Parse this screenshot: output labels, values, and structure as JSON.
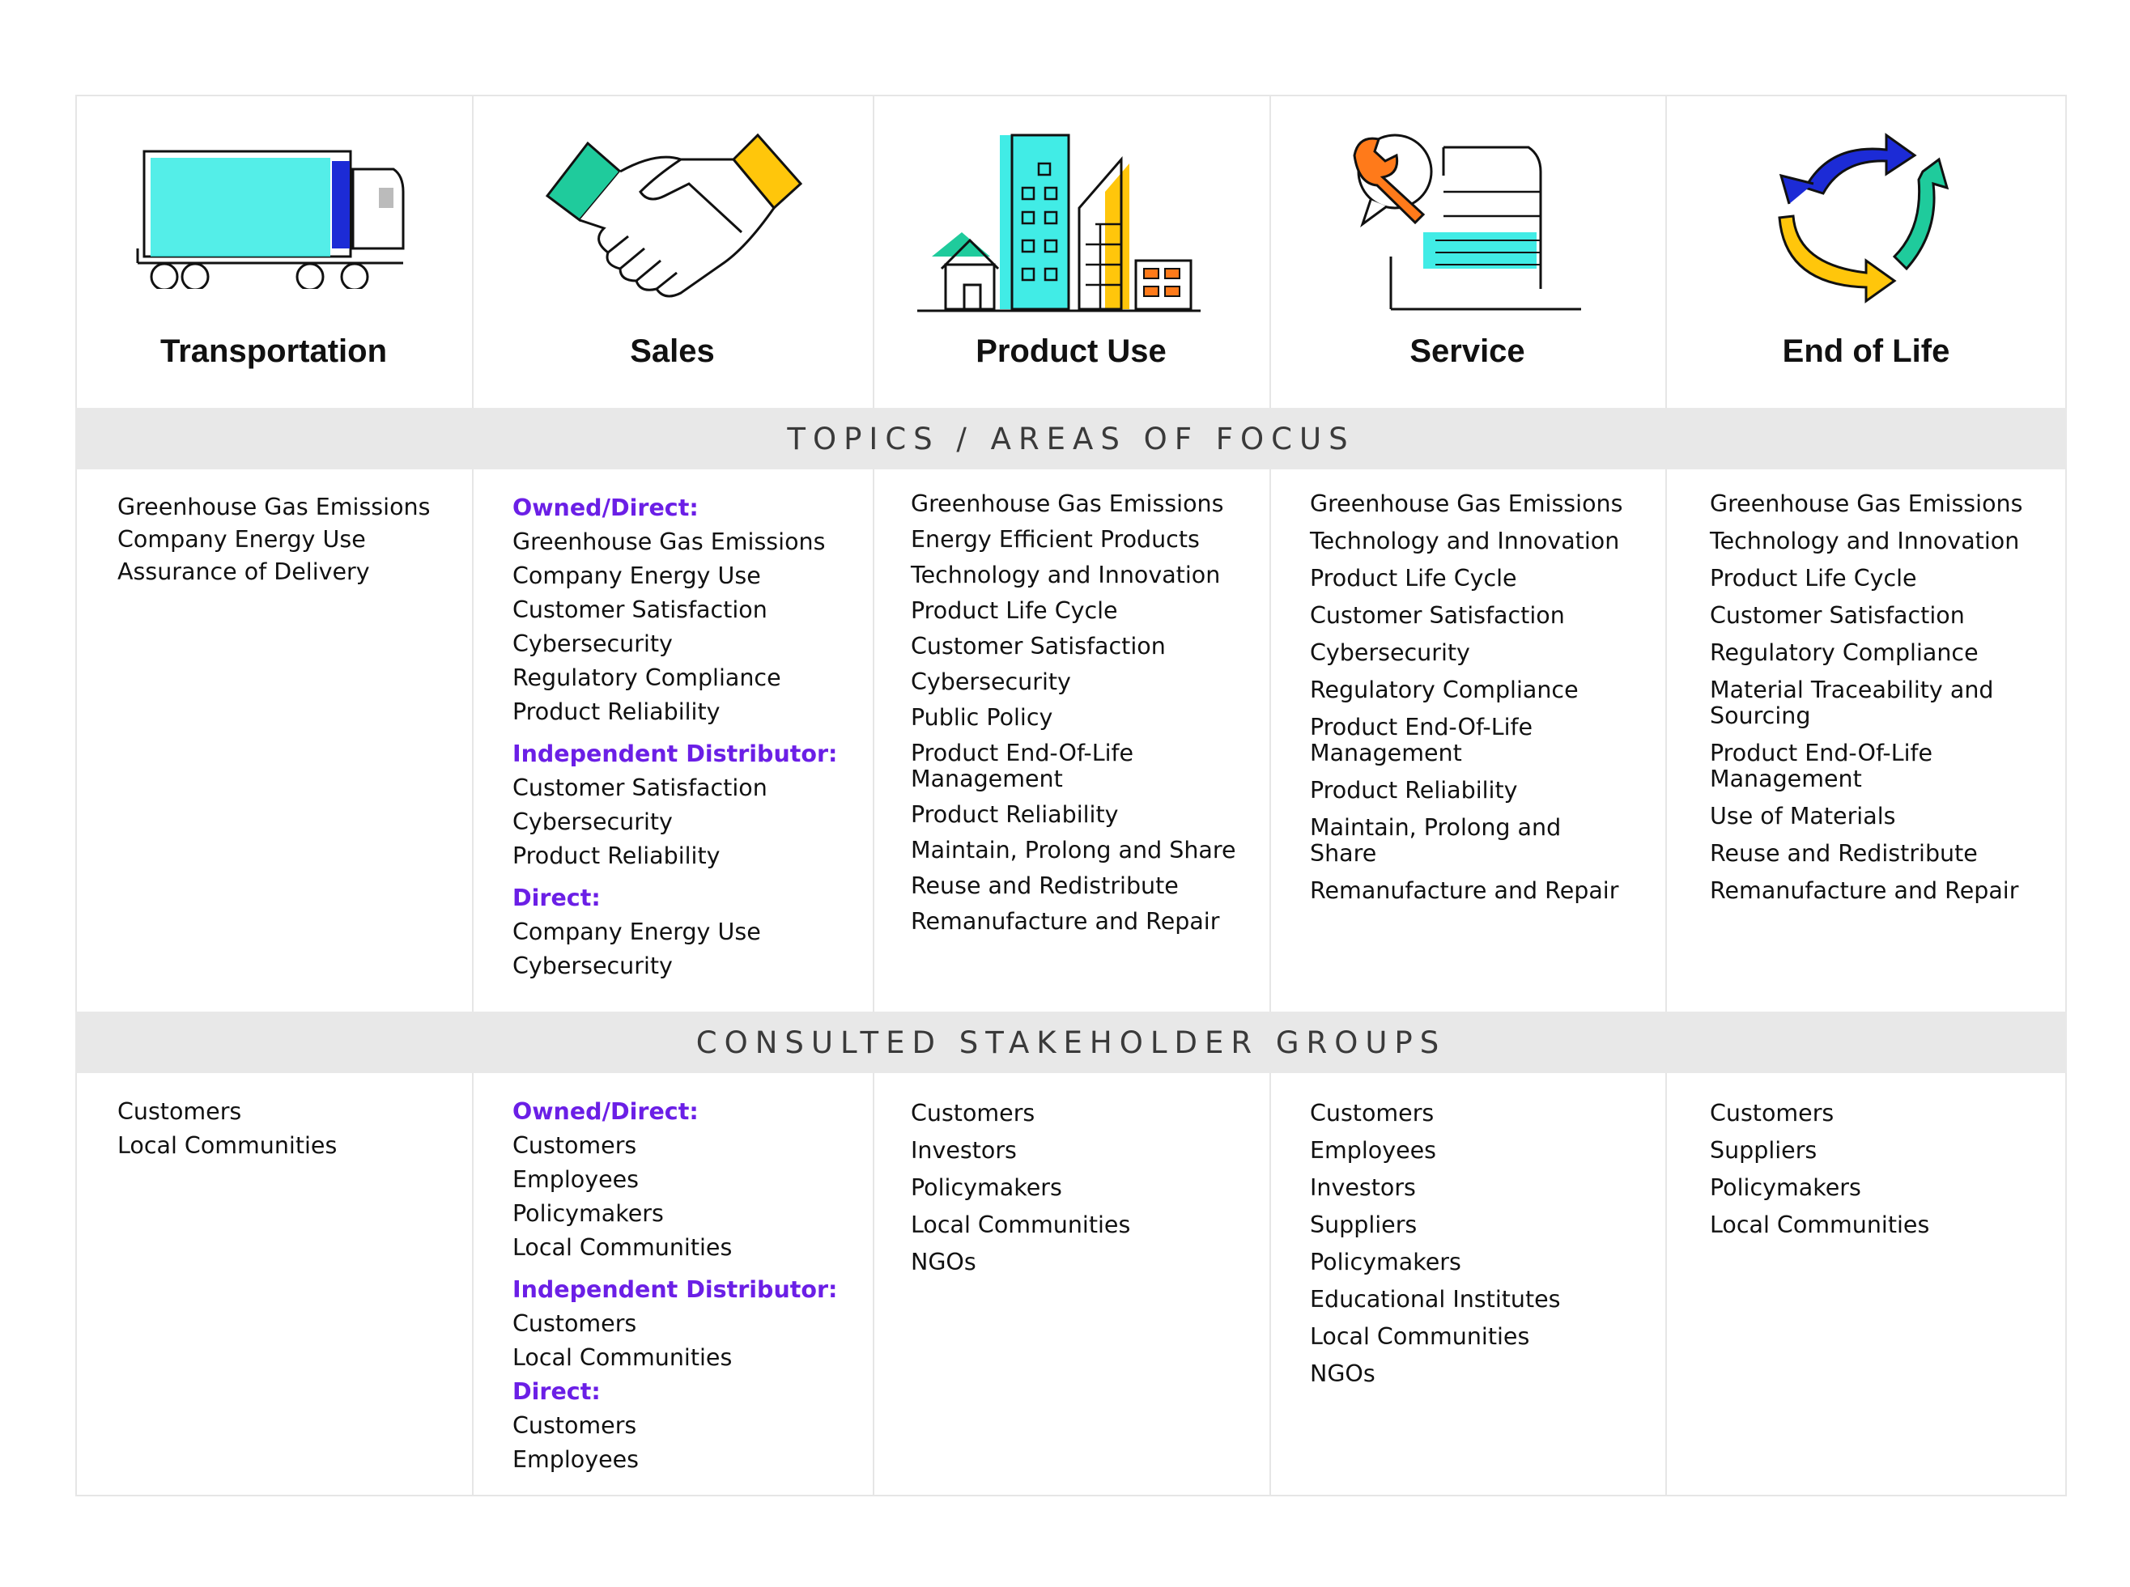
{
  "stages": [
    {
      "name": "Transportation",
      "icon": "truck-icon"
    },
    {
      "name": "Sales",
      "icon": "handshake-icon"
    },
    {
      "name": "Product Use",
      "icon": "buildings-icon"
    },
    {
      "name": "Service",
      "icon": "wrench-document-icon"
    },
    {
      "name": "End of Life",
      "icon": "recycle-arrows-icon"
    }
  ],
  "bands": {
    "topics": "TOPICS / AREAS OF FOCUS",
    "stakeholders": "CONSULTED STAKEHOLDER GROUPS"
  },
  "topics": {
    "transportation": [
      "Greenhouse Gas Emissions",
      "Company Energy Use",
      "Assurance of Delivery"
    ],
    "sales": {
      "owned_direct": {
        "label": "Owned/Direct:",
        "items": [
          "Greenhouse Gas Emissions",
          "Company Energy Use",
          "Customer Satisfaction",
          "Cybersecurity",
          "Regulatory Compliance",
          "Product Reliability"
        ]
      },
      "independent": {
        "label": "Independent Distributor:",
        "items": [
          "Customer Satisfaction",
          "Cybersecurity",
          "Product Reliability"
        ]
      },
      "direct": {
        "label": "Direct:",
        "items": [
          "Company Energy Use",
          "Cybersecurity"
        ]
      }
    },
    "product_use": [
      "Greenhouse Gas Emissions",
      "Energy Efficient Products",
      "Technology and Innovation",
      "Product Life Cycle",
      "Customer Satisfaction",
      "Cybersecurity",
      "Public Policy",
      "Product End-Of-Life\nManagement",
      "Product Reliability",
      "Maintain, Prolong and Share",
      "Reuse and Redistribute",
      "Remanufacture and Repair"
    ],
    "service": [
      "Greenhouse Gas Emissions",
      "Technology and Innovation",
      "Product Life Cycle",
      "Customer Satisfaction",
      "Cybersecurity",
      "Regulatory Compliance",
      "Product End-Of-Life\nManagement",
      "Product Reliability",
      "Maintain, Prolong and\nShare",
      "Remanufacture and Repair"
    ],
    "end_of_life": [
      "Greenhouse Gas Emissions",
      "Technology and Innovation",
      "Product Life Cycle",
      "Customer Satisfaction",
      "Regulatory Compliance",
      "Material Traceability and\nSourcing",
      "Product End-Of-Life\nManagement",
      "Use of Materials",
      "Reuse and Redistribute",
      "Remanufacture and Repair"
    ]
  },
  "stakeholders": {
    "transportation": [
      "Customers",
      "Local Communities"
    ],
    "sales": {
      "owned_direct": {
        "label": "Owned/Direct:",
        "items": [
          "Customers",
          "Employees",
          "Policymakers",
          "Local Communities"
        ]
      },
      "independent": {
        "label": "Independent Distributor:",
        "items": [
          "Customers",
          "Local Communities"
        ]
      },
      "direct": {
        "label": "Direct:",
        "items": [
          "Customers",
          "Employees"
        ]
      }
    },
    "product_use": [
      "Customers",
      "Investors",
      "Policymakers",
      "Local Communities",
      "NGOs"
    ],
    "service": [
      "Customers",
      "Employees",
      "Investors",
      "Suppliers",
      "Policymakers",
      "Educational Institutes",
      "Local Communities",
      "NGOs"
    ],
    "end_of_life": [
      "Customers",
      "Suppliers",
      "Policymakers",
      "Local Communities"
    ]
  },
  "colors": {
    "accent_cyan": "#41ece6",
    "accent_yellow": "#ffc60b",
    "accent_green": "#1fcb9c",
    "accent_blue": "#1c2bd6",
    "accent_orange": "#ff7a1a",
    "header_purple": "#6b1fe6"
  }
}
